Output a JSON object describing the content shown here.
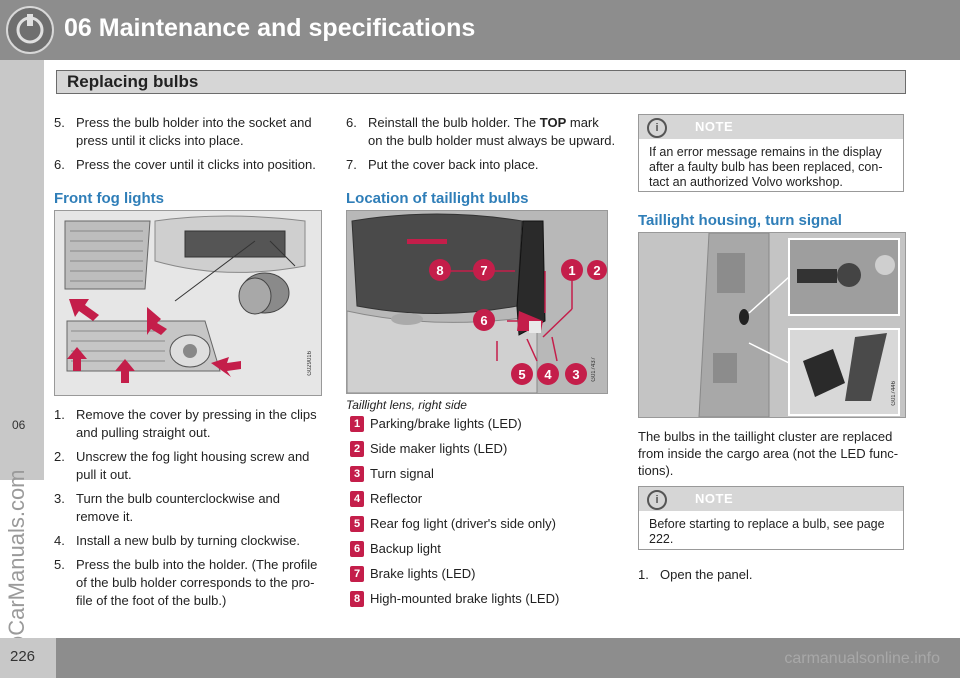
{
  "header": {
    "title": "06 Maintenance and specifications",
    "subtitle": "Replacing bulbs"
  },
  "side": {
    "chapter": "06",
    "watermark": "ProCarManuals.com"
  },
  "footer": {
    "page": "226",
    "site": "carmanualsonline.info"
  },
  "col1": {
    "steps_top": [
      {
        "n": "5.",
        "text": "Press the bulb holder into the socket and press until it clicks into place."
      },
      {
        "n": "6.",
        "text": "Press the cover until it clicks into position."
      }
    ],
    "heading": "Front fog lights",
    "fig_code": "G029016",
    "steps": [
      {
        "n": "1.",
        "text": "Remove the cover by pressing in the clips and pulling straight out."
      },
      {
        "n": "2.",
        "text": "Unscrew the fog light housing screw and pull it out."
      },
      {
        "n": "3.",
        "text": "Turn the bulb counterclockwise and remove it."
      },
      {
        "n": "4.",
        "text": "Install a new bulb by turning clockwise."
      },
      {
        "n": "5.",
        "text": "Press the bulb into the holder. (The profile of the bulb holder corresponds to the pro-file of the foot of the bulb.)"
      }
    ]
  },
  "col2": {
    "step6_pre": "Reinstall the bulb holder. The ",
    "step6_bold": "TOP",
    "step6_post": " mark on the bulb holder must always be upward.",
    "step6_n": "6.",
    "step7_n": "7.",
    "step7": "Put the cover back into place.",
    "heading": "Location of taillight bulbs",
    "fig_code": "G017437",
    "caption": "Taillight lens, right side",
    "callouts": [
      "8",
      "7",
      "1",
      "2",
      "6",
      "5",
      "4",
      "3"
    ],
    "legend": [
      {
        "num": "1",
        "label": "Parking/brake lights (LED)"
      },
      {
        "num": "2",
        "label": "Side maker lights (LED)"
      },
      {
        "num": "3",
        "label": "Turn signal"
      },
      {
        "num": "4",
        "label": "Reflector"
      },
      {
        "num": "5",
        "label": "Rear fog light (driver's side only)"
      },
      {
        "num": "6",
        "label": "Backup light"
      },
      {
        "num": "7",
        "label": "Brake lights (LED)"
      },
      {
        "num": "8",
        "label": "High-mounted brake lights (LED)"
      }
    ]
  },
  "col3": {
    "note1": {
      "title": "NOTE",
      "text": "If an error message remains in the display after a faulty bulb has been replaced, con-tact an authorized Volvo workshop."
    },
    "heading": "Taillight housing, turn signal",
    "fig_code": "G017446",
    "para": "The bulbs in the taillight cluster are replaced from inside the cargo area (not the LED func-tions).",
    "note2": {
      "title": "NOTE",
      "text": "Before starting to replace a bulb, see page 222."
    },
    "step_n": "1.",
    "step": "Open the panel."
  },
  "colors": {
    "accent": "#2f7eb8",
    "callout": "#c41e4a",
    "header_bg": "#8d8d8d"
  }
}
